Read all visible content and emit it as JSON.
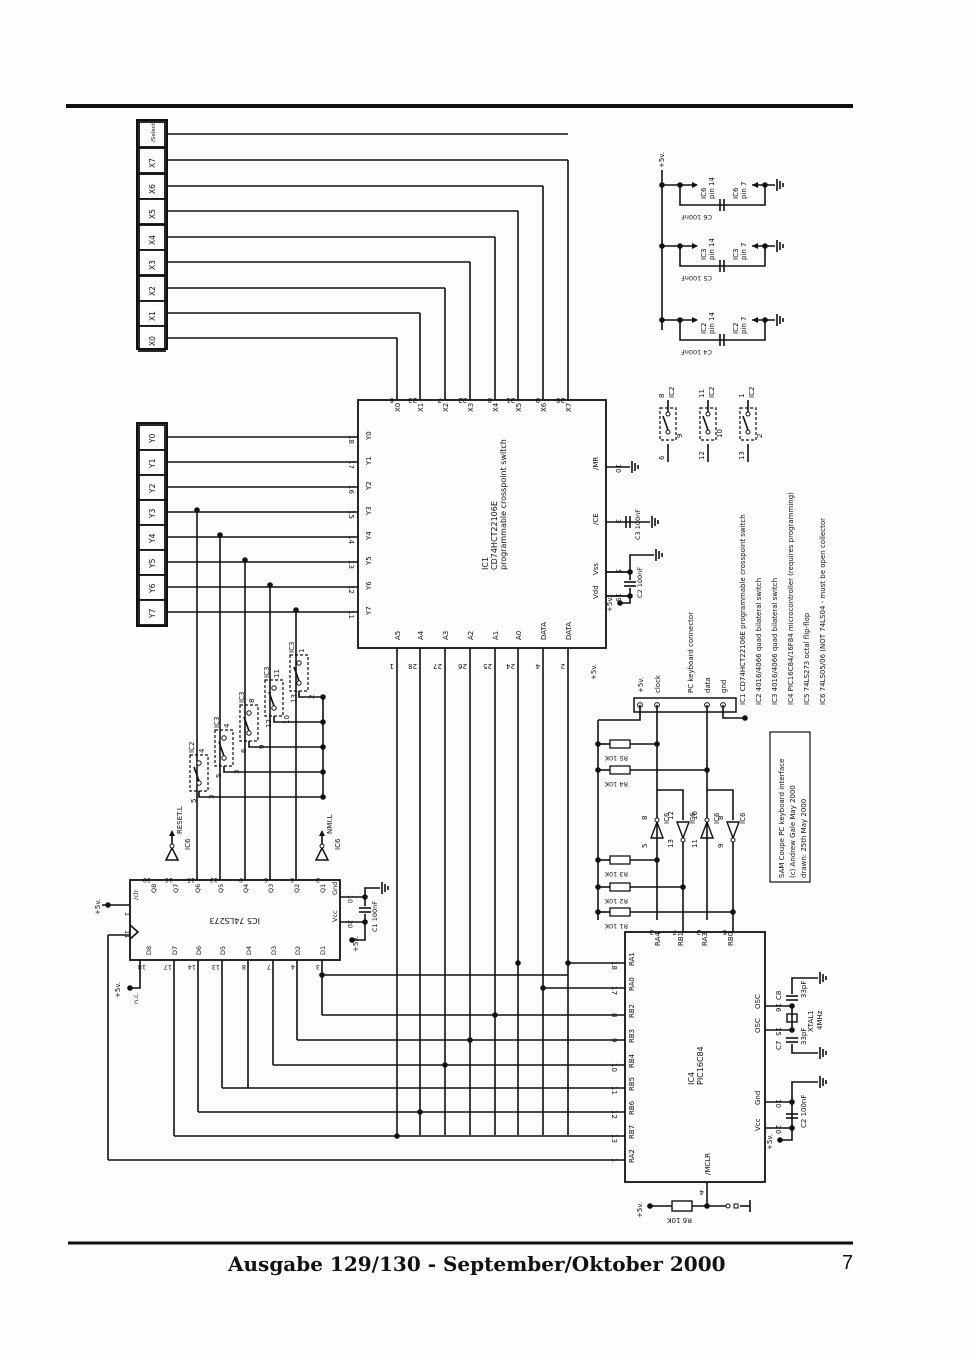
{
  "connectors": {
    "x": [
      "/Select",
      "X7",
      "X6",
      "X5",
      "X4",
      "X3",
      "X2",
      "X1",
      "X0"
    ],
    "y": [
      "Y0",
      "Y1",
      "Y2",
      "Y3",
      "Y4",
      "Y5",
      "Y6",
      "Y7"
    ]
  },
  "ic1": {
    "ref": "IC1",
    "part": "CD74HCT22106E",
    "desc": "programmable crosspoint switch",
    "x_pins": [
      {
        "name": "X0",
        "num": "6"
      },
      {
        "name": "X1",
        "num": "23"
      },
      {
        "name": "X2",
        "num": "7"
      },
      {
        "name": "X3",
        "num": "22"
      },
      {
        "name": "X4",
        "num": "8"
      },
      {
        "name": "X5",
        "num": "21"
      },
      {
        "name": "X6",
        "num": "9"
      },
      {
        "name": "X7",
        "num": "20"
      }
    ],
    "y_pins": [
      {
        "name": "Y0",
        "num": "18"
      },
      {
        "name": "Y1",
        "num": "17"
      },
      {
        "name": "Y2",
        "num": "16"
      },
      {
        "name": "Y3",
        "num": "15"
      },
      {
        "name": "Y4",
        "num": "14"
      },
      {
        "name": "Y5",
        "num": "13"
      },
      {
        "name": "Y6",
        "num": "12"
      },
      {
        "name": "Y7",
        "num": "11"
      }
    ],
    "a_pins": [
      {
        "name": "A5",
        "num": "1"
      },
      {
        "name": "A4",
        "num": "28"
      },
      {
        "name": "A3",
        "num": "27"
      },
      {
        "name": "A2",
        "num": "26"
      },
      {
        "name": "A1",
        "num": "25"
      },
      {
        "name": "A0",
        "num": "24"
      },
      {
        "name": "DATA",
        "num": "4"
      },
      {
        "name": "DATA",
        "num": "2"
      }
    ],
    "right_pins": [
      {
        "name": "/MR",
        "num": "10"
      },
      {
        "name": "/CE",
        "num": "3"
      },
      {
        "name": "Vss",
        "num": "5"
      },
      {
        "name": "Vdd",
        "num": "19"
      }
    ],
    "caps": [
      "C3 100nF",
      "C2 100nF"
    ]
  },
  "ic4": {
    "ref": "IC4",
    "part": "PIC16C84",
    "left_pins": [
      {
        "name": "RA1",
        "num": "18"
      },
      {
        "name": "RA0",
        "num": "17"
      },
      {
        "name": "RB2",
        "num": "8"
      },
      {
        "name": "RB3",
        "num": "9"
      },
      {
        "name": "RB4",
        "num": "10"
      },
      {
        "name": "RB5",
        "num": "11"
      },
      {
        "name": "RB6",
        "num": "12"
      },
      {
        "name": "RB7",
        "num": "13"
      },
      {
        "name": "RA2",
        "num": "1"
      }
    ],
    "top_pins": [
      {
        "name": "RA4",
        "num": "3"
      },
      {
        "name": "RB1",
        "num": "7"
      },
      {
        "name": "RA3",
        "num": "2"
      },
      {
        "name": "RB0",
        "num": "6"
      }
    ],
    "right_pins": [
      {
        "name": "OSC",
        "num": "16"
      },
      {
        "name": "OSC",
        "num": "15"
      },
      {
        "name": "Gnd",
        "num": "10"
      },
      {
        "name": "Vcc",
        "num": "20"
      }
    ],
    "mclr": {
      "name": "/MCLR",
      "num": "4"
    },
    "crystal": {
      "ref": "XTAL1",
      "value": "4MHz"
    },
    "c8": "C8",
    "c7": "C7",
    "cap_value": "33pF",
    "c2": "C2 100nF",
    "r6": "R6 10K"
  },
  "ic5": {
    "label": "IC5 74LS273",
    "q_pins": [
      {
        "name": "Q8",
        "num": "19"
      },
      {
        "name": "Q7",
        "num": "16"
      },
      {
        "name": "Q6",
        "num": "15"
      },
      {
        "name": "Q5",
        "num": "12"
      },
      {
        "name": "Q4",
        "num": "9"
      },
      {
        "name": "Q3",
        "num": "6"
      },
      {
        "name": "Q2",
        "num": "5"
      },
      {
        "name": "Q1",
        "num": "2"
      }
    ],
    "d_pins": [
      {
        "name": "D8",
        "num": "18"
      },
      {
        "name": "D7",
        "num": "17"
      },
      {
        "name": "D6",
        "num": "14"
      },
      {
        "name": "D5",
        "num": "13"
      },
      {
        "name": "D4",
        "num": "8"
      },
      {
        "name": "D3",
        "num": "7"
      },
      {
        "name": "D2",
        "num": "4"
      },
      {
        "name": "D1",
        "num": "3"
      }
    ],
    "clr": {
      "name": "/clr",
      "num": "1"
    },
    "clk_num": "11",
    "gnd": {
      "name": "Gnd",
      "num": "10"
    },
    "vcc": {
      "name": "Vcc",
      "num": "20"
    },
    "cap": "C1 100nF",
    "nc": "n.c."
  },
  "switches": [
    {
      "ic": "IC2",
      "pins": [
        "4",
        "3",
        "5"
      ]
    },
    {
      "ic": "IC3",
      "pins": [
        "4",
        "3",
        "5"
      ]
    },
    {
      "ic": "IC3",
      "pins": [
        "8",
        "9",
        "6"
      ]
    },
    {
      "ic": "IC3",
      "pins": [
        "11",
        "10",
        "12"
      ]
    },
    {
      "ic": "IC3",
      "pins": [
        "1",
        "2",
        "13"
      ]
    }
  ],
  "right_switches": [
    {
      "ic": "IC2",
      "pins": [
        "8",
        "9",
        "6"
      ]
    },
    {
      "ic": "IC2",
      "pins": [
        "11",
        "10",
        "12"
      ]
    },
    {
      "ic": "IC2",
      "pins": [
        "1",
        "2",
        "13"
      ]
    }
  ],
  "signals": {
    "reset": "RESET.L",
    "nmi": "NMI.L",
    "reset_pins": [
      "1",
      "2"
    ],
    "nmi_pins": [
      "3",
      "4"
    ],
    "ic6": "IC6"
  },
  "power": {
    "plus5v": "+5v.",
    "decoupling": [
      {
        "top": "IC6",
        "pin_top": "pin 14",
        "bot": "IC6",
        "pin_bot": "pin 7",
        "cap": "C6 100nF"
      },
      {
        "top": "IC3",
        "pin_top": "pin 14",
        "bot": "IC3",
        "pin_bot": "pin 7",
        "cap": "C5 100nF"
      },
      {
        "top": "IC2",
        "pin_top": "pin 14",
        "bot": "IC2",
        "pin_bot": "pin 7",
        "cap": "C4 100nF"
      }
    ]
  },
  "keyboard": {
    "pins": [
      "+5v.",
      "clock",
      "PC keyboard connector",
      "data",
      "gnd"
    ],
    "resistors": [
      "R5 10K",
      "R4 10K",
      "R3 10K",
      "R2 10K",
      "R1 10K"
    ],
    "inverters": [
      {
        "ic": "IC6",
        "in": "8",
        "out": "5"
      },
      {
        "ic": "IC6",
        "in": "12",
        "out": "13"
      },
      {
        "ic": "IC6",
        "in": "10",
        "out": "11"
      },
      {
        "ic": "IC6",
        "in": "8",
        "out": "9"
      }
    ]
  },
  "legend": [
    "IC1 CD74HCT22106E programmable crosspoint switch",
    "IC2 4016/4066 quad bilateral switch",
    "IC3 4016/4066 quad bilateral switch",
    "IC4 PIC16C84/16F84 microcontroller (requires programming)",
    "IC5 74LS273 octal flip-flop",
    "IC6 74LS05/06 (NOT 74LS04 - must be open collector"
  ],
  "title_block": [
    "SAM Coupe PC keyboard interface",
    "(c) Andrew Gale May 2000",
    "drawn: 25th May 2000"
  ],
  "footer": {
    "title": "Ausgabe 129/130 - September/Oktober 2000",
    "page": "7"
  }
}
